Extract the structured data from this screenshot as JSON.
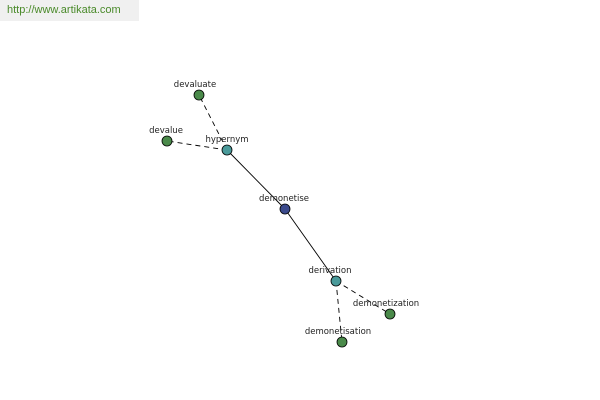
{
  "watermark": {
    "text": "http://www.artikata.com"
  },
  "graph": {
    "colors": {
      "center": "#3b4a8c",
      "relation": "#4a9a9a",
      "leaf": "#4a8a4a",
      "edge": "#000000"
    },
    "nodes": [
      {
        "id": "devaluate",
        "label": "devaluate",
        "kind": "leaf"
      },
      {
        "id": "devalue",
        "label": "devalue",
        "kind": "leaf"
      },
      {
        "id": "hypernym",
        "label": "hypernym",
        "kind": "relation"
      },
      {
        "id": "demonetise",
        "label": "demonetise",
        "kind": "center"
      },
      {
        "id": "derivation",
        "label": "derivation",
        "kind": "relation"
      },
      {
        "id": "demonetization",
        "label": "demonetization",
        "kind": "leaf"
      },
      {
        "id": "demonetisation",
        "label": "demonetisation",
        "kind": "leaf"
      }
    ],
    "edges": [
      {
        "from": "hypernym",
        "to": "demonetise",
        "style": "solid"
      },
      {
        "from": "demonetise",
        "to": "derivation",
        "style": "solid"
      },
      {
        "from": "hypernym",
        "to": "devaluate",
        "style": "dashed"
      },
      {
        "from": "hypernym",
        "to": "devalue",
        "style": "dashed"
      },
      {
        "from": "derivation",
        "to": "demonetization",
        "style": "dashed"
      },
      {
        "from": "derivation",
        "to": "demonetisation",
        "style": "dashed"
      }
    ]
  }
}
